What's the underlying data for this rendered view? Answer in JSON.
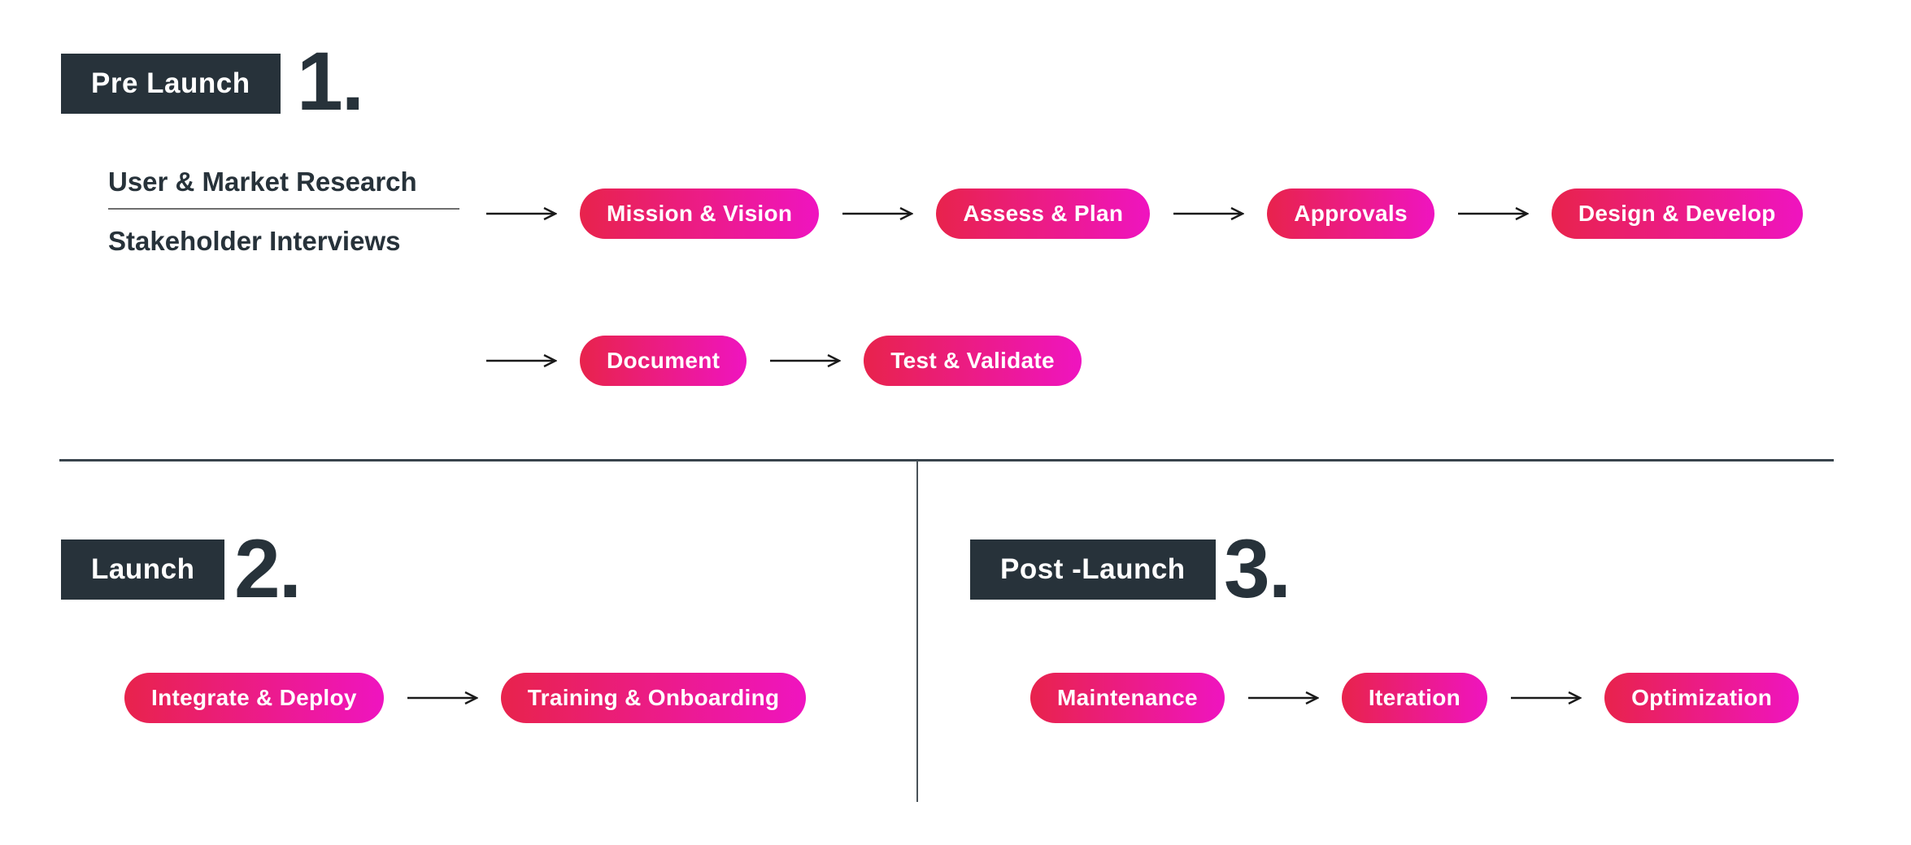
{
  "colors": {
    "pill-start": "#E8234C",
    "pill-end": "#EF14C0",
    "dark": "#27323A",
    "arrow": "#1A1A1A",
    "divider": "#39444C",
    "underline": "#6E6E6E",
    "background": "#FFFFFF"
  },
  "sections": {
    "pre_launch": {
      "label": "Pre Launch",
      "number": "1.",
      "inputs": {
        "top": "User & Market Research",
        "bottom": "Stakeholder Interviews"
      },
      "row1": [
        "Mission & Vision",
        "Assess & Plan",
        "Approvals",
        "Design & Develop"
      ],
      "row2": [
        "Document",
        "Test & Validate"
      ]
    },
    "launch": {
      "label": "Launch",
      "number": "2.",
      "steps": [
        "Integrate & Deploy",
        "Training & Onboarding"
      ]
    },
    "post_launch": {
      "label": "Post -Launch",
      "number": "3.",
      "steps": [
        "Maintenance",
        "Iteration",
        "Optimization"
      ]
    }
  }
}
